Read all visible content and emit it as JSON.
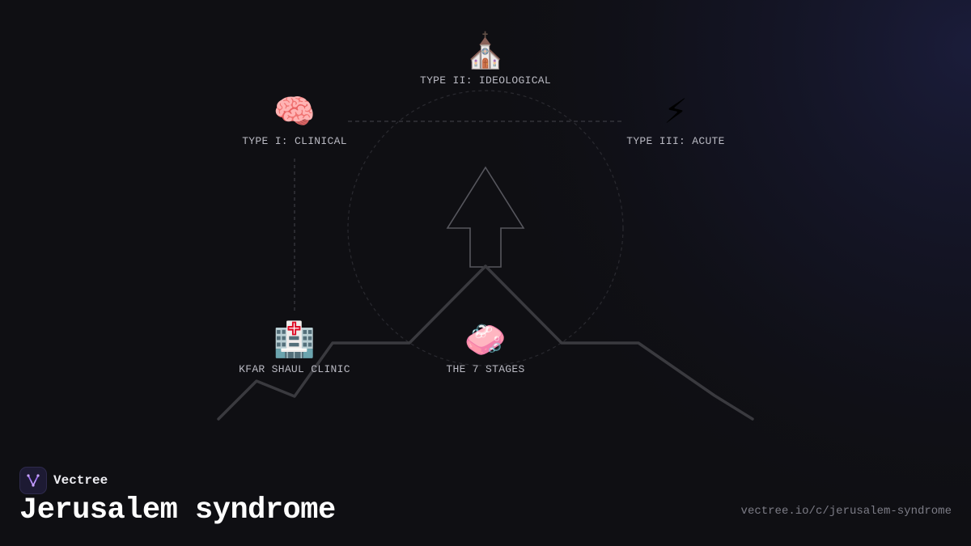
{
  "brand": {
    "name": "Vectree"
  },
  "page": {
    "title": "Jerusalem syndrome",
    "url": "vectree.io/c/jerusalem-syndrome"
  },
  "nodes": {
    "ideological": {
      "icon": "church-icon",
      "emoji": "⛪",
      "label": "TYPE II: IDEOLOGICAL"
    },
    "clinical": {
      "icon": "brain-icon",
      "emoji": "🧠",
      "label": "TYPE I: CLINICAL"
    },
    "acute": {
      "icon": "lightning-icon",
      "emoji": "⚡",
      "label": "TYPE III: ACUTE"
    },
    "clinic": {
      "icon": "hospital-icon",
      "emoji": "🏥",
      "label": "KFAR SHAUL CLINIC"
    },
    "stages": {
      "icon": "soap-icon",
      "emoji": "🧼",
      "label": "THE 7 STAGES"
    }
  },
  "colors": {
    "background": "#0f0f13",
    "accent_glow": "#1a1c3a",
    "brand_logo": "#9b6cf0",
    "line": "#3a3a3f"
  }
}
